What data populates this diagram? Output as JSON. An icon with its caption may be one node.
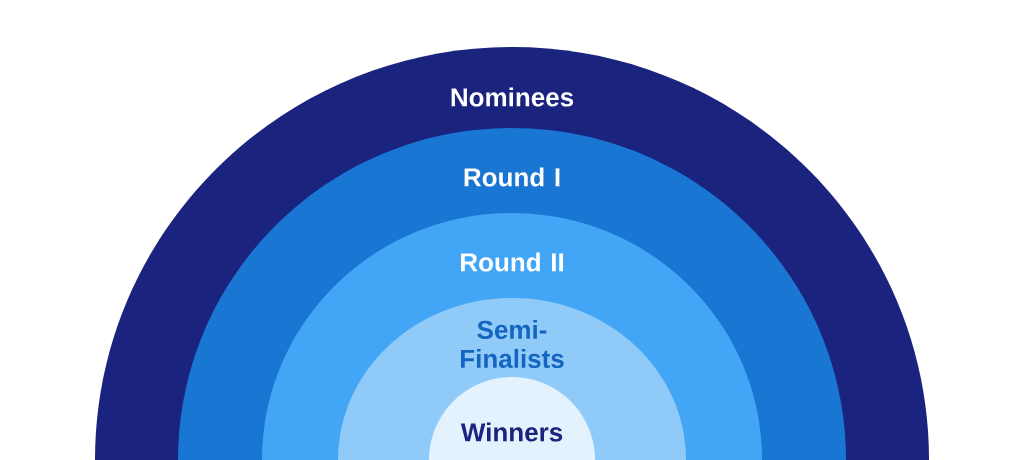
{
  "diagram": {
    "nodes": [
      {
        "text": [
          "Nominees"
        ]
      },
      {
        "text": [
          "Round I"
        ],
        "in": 0
      },
      {
        "text": [
          "Round II"
        ],
        "in": 1
      },
      {
        "text": [
          "Semi- Finalists"
        ],
        "in": 2
      },
      {
        "text": [
          "Winners"
        ],
        "in": 3
      }
    ]
  }
}
